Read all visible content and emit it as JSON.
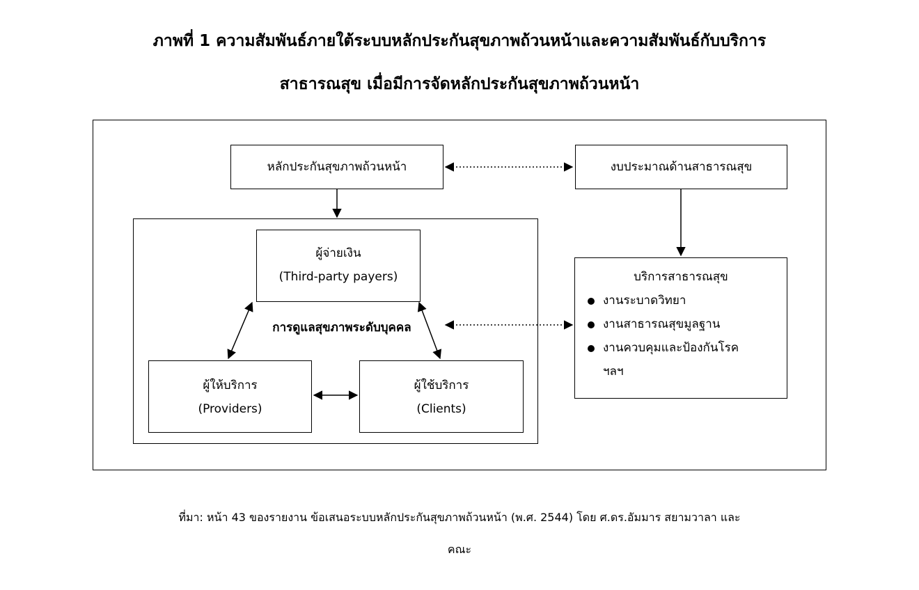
{
  "title": {
    "line1": "ภาพที่ 1 ความสัมพันธ์ภายใต้ระบบหลักประกันสุขภาพถ้วนหน้าและความสัมพันธ์กับบริการ",
    "line2": "สาธารณสุข เมื่อมีการจัดหลักประกันสุขภาพถ้วนหน้า"
  },
  "diagram": {
    "uhc": "หลักประกันสุขภาพถ้วนหน้า",
    "budget": "งบประมาณด้านสาธารณสุข",
    "payers": {
      "th": "ผู้จ่ายเงิน",
      "en": "(Third-party payers)"
    },
    "providers": {
      "th": "ผู้ให้บริการ",
      "en": "(Providers)"
    },
    "clients": {
      "th": "ผู้ใช้บริการ",
      "en": "(Clients)"
    },
    "care_label": "การดูแลสุขภาพระดับบุคคล",
    "public_health": {
      "title": "บริการสาธารณสุข",
      "items": [
        "งานระบาดวิทยา",
        "งานสาธารณสุขมูลฐาน",
        "งานควบคุมและป้องกันโรค"
      ],
      "etc": "ฯลฯ"
    }
  },
  "source": {
    "line1": "ที่มา: หน้า 43 ของรายงาน ข้อเสนอระบบหลักประกันสุขภาพถ้วนหน้า (พ.ศ. 2544) โดย ศ.ดร.อัมมาร สยามวาลา และ",
    "line2": "คณะ"
  }
}
